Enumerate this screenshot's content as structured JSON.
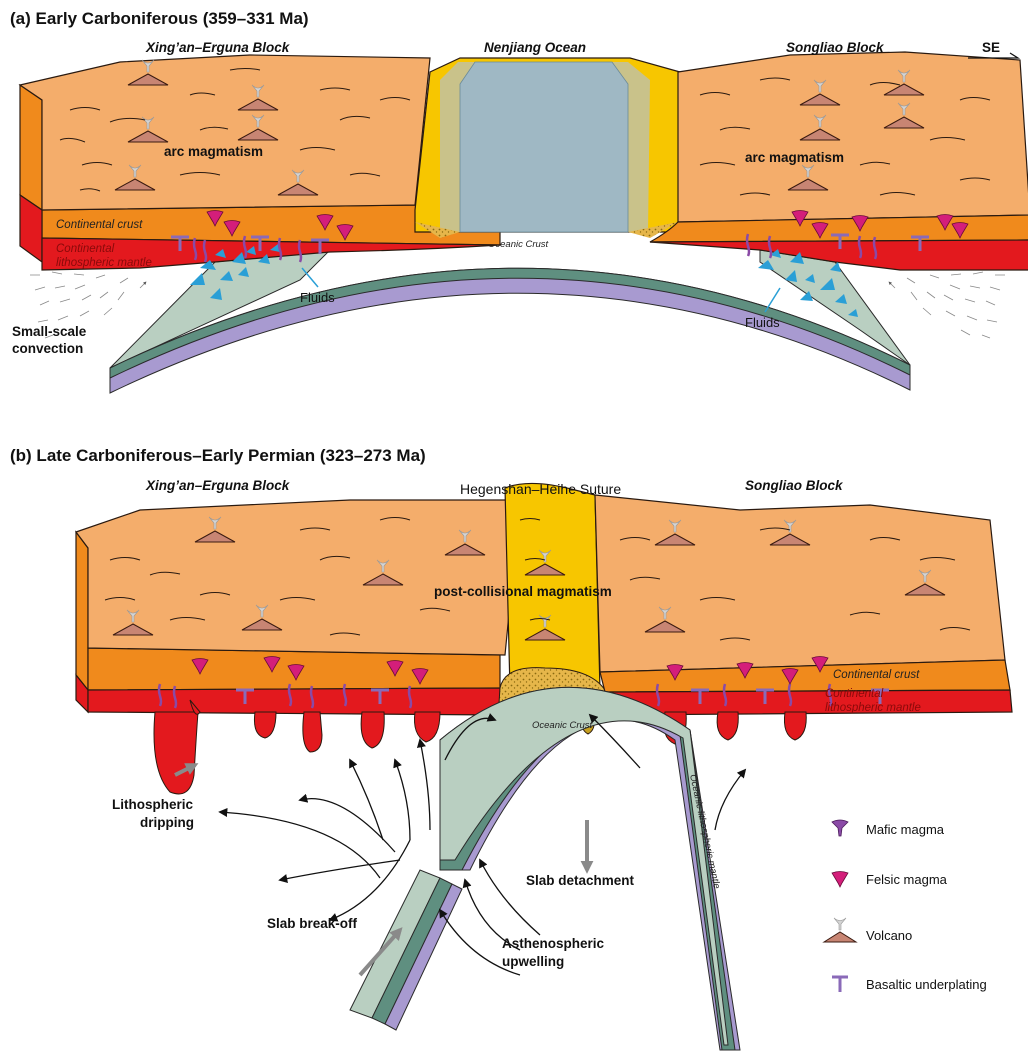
{
  "panel_a": {
    "title": "(a) Early Carboniferous (359–331 Ma)",
    "block_left": "Xing’an–Erguna Block",
    "ocean": "Nenjiang Ocean",
    "block_right": "Songliao Block",
    "direction": "SE",
    "arc_left": "arc magmatism",
    "arc_right": "arc magmatism",
    "continental_crust": "Continental crust",
    "mantle_line1": "Continental",
    "mantle_line2": "lithospheric mantle",
    "oceanic_crust": "Oceanic Crust",
    "fluids_left": "Fluids",
    "fluids_right": "Fluids",
    "convection_line1": "Small-scale",
    "convection_line2": "convection"
  },
  "panel_b": {
    "title": "(b) Late Carboniferous–Early Permian (323–273 Ma)",
    "block_left": "Xing’an–Erguna Block",
    "suture": "Hegenshan–Heihe Suture",
    "block_right": "Songliao Block",
    "post_collisional": "post-collisional magmatism",
    "continental_crust": "Continental crust",
    "mantle_line1": "Continental",
    "mantle_line2": "lithospheric mantle",
    "oceanic_crust": "Oceanic Crust",
    "oceanic_mantle": "Oceanic lithospheric mantle",
    "dripping_line1": "Lithospheric",
    "dripping_line2": "dripping",
    "detachment": "Slab detachment",
    "breakoff": "Slab break-off",
    "upwelling_line1": "Asthenospheric",
    "upwelling_line2": "upwelling"
  },
  "legend": [
    {
      "label": "Mafic magma",
      "icon": "mafic-magma-icon"
    },
    {
      "label": "Felsic magma",
      "icon": "felsic-magma-icon"
    },
    {
      "label": "Volcano",
      "icon": "volcano-icon"
    },
    {
      "label": "Basaltic underplating",
      "icon": "basaltic-underplating-icon"
    }
  ],
  "colors": {
    "upper_crust": "#f4ad6b",
    "lower_crust": "#f08a1c",
    "lithospheric_mantle": "#e3191e",
    "ocean_water": "#9fb8c4",
    "suture_yellow": "#f7c600",
    "oceanic_crust_green": "#a9c5b3",
    "oceanic_mantle_purple": "#a89ad0",
    "felsic_magma": "#d41e7a",
    "mafic_magma": "#8a4aa6",
    "fluids": "#2a9fd6",
    "volcano": "#c88573"
  }
}
